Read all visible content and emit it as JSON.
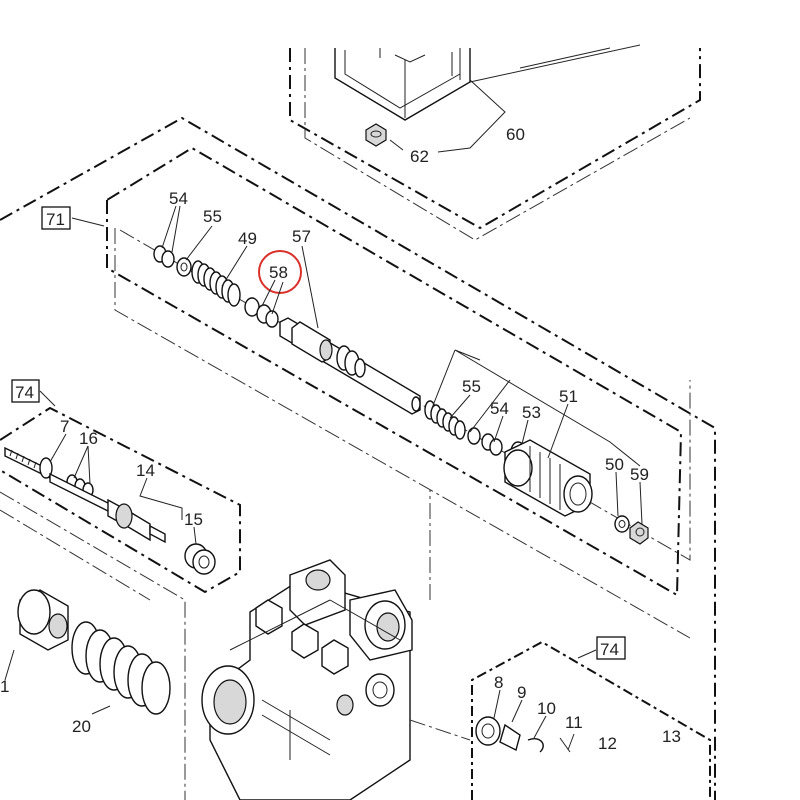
{
  "diagram": {
    "highlight_color": "#d9302a",
    "callouts": [
      {
        "id": "60",
        "text": "60"
      },
      {
        "id": "62",
        "text": "62"
      },
      {
        "id": "71",
        "text": "71"
      },
      {
        "id": "54a",
        "text": "54"
      },
      {
        "id": "55a",
        "text": "55"
      },
      {
        "id": "49",
        "text": "49"
      },
      {
        "id": "57",
        "text": "57"
      },
      {
        "id": "58",
        "text": "58"
      },
      {
        "id": "74a",
        "text": "74"
      },
      {
        "id": "55b",
        "text": "55"
      },
      {
        "id": "54b",
        "text": "54"
      },
      {
        "id": "53",
        "text": "53"
      },
      {
        "id": "51",
        "text": "51"
      },
      {
        "id": "7",
        "text": "7"
      },
      {
        "id": "16",
        "text": "16"
      },
      {
        "id": "14",
        "text": "14"
      },
      {
        "id": "15",
        "text": "15"
      },
      {
        "id": "50",
        "text": "50"
      },
      {
        "id": "59",
        "text": "59"
      },
      {
        "id": "74b",
        "text": "74"
      },
      {
        "id": "8",
        "text": "8"
      },
      {
        "id": "9",
        "text": "9"
      },
      {
        "id": "10",
        "text": "10"
      },
      {
        "id": "11",
        "text": "11"
      },
      {
        "id": "12",
        "text": "12"
      },
      {
        "id": "13",
        "text": "13"
      },
      {
        "id": "20",
        "text": "20"
      },
      {
        "id": "1",
        "text": "1"
      }
    ]
  }
}
